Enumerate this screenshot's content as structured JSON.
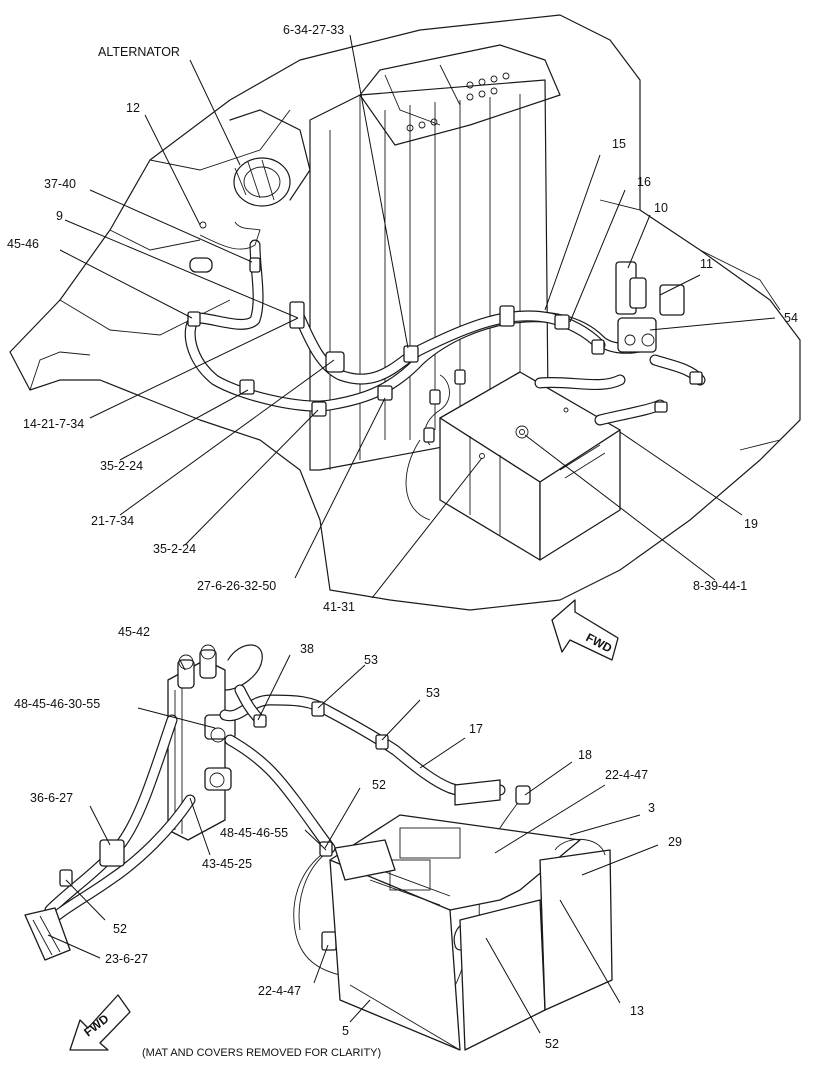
{
  "labels": {
    "alternator": "ALTERNATOR",
    "l12": "12",
    "l6_34_27_33": "6-34-27-33",
    "l37_40": "37-40",
    "l9": "9",
    "l45_46": "45-46",
    "l15": "15",
    "l16": "16",
    "l10": "10",
    "l11": "11",
    "l54": "54",
    "l14_21_7_34": "14-21-7-34",
    "l35_2_24_a": "35-2-24",
    "l21_7_34": "21-7-34",
    "l35_2_24_b": "35-2-24",
    "l27_6_26_32_50": "27-6-26-32-50",
    "l41_31": "41-31",
    "l8_39_44_1": "8-39-44-1",
    "l19": "19",
    "l45_42": "45-42",
    "l38": "38",
    "l53_a": "53",
    "l53_b": "53",
    "l48_45_46_30_55": "48-45-46-30-55",
    "l17": "17",
    "l18": "18",
    "l22_4_47_a": "22-4-47",
    "l3": "3",
    "l36_6_27": "36-6-27",
    "l52_a": "52",
    "l48_45_46_55": "48-45-46-55",
    "l29": "29",
    "l43_45_25": "43-45-25",
    "l52_b": "52",
    "l23_6_27": "23-6-27",
    "l22_4_47_b": "22-4-47",
    "l13": "13",
    "l5": "5",
    "l52_c": "52"
  },
  "fwd_top": "FWD",
  "fwd_bottom": "FWD",
  "footnote": "(MAT AND COVERS REMOVED FOR CLARITY)"
}
